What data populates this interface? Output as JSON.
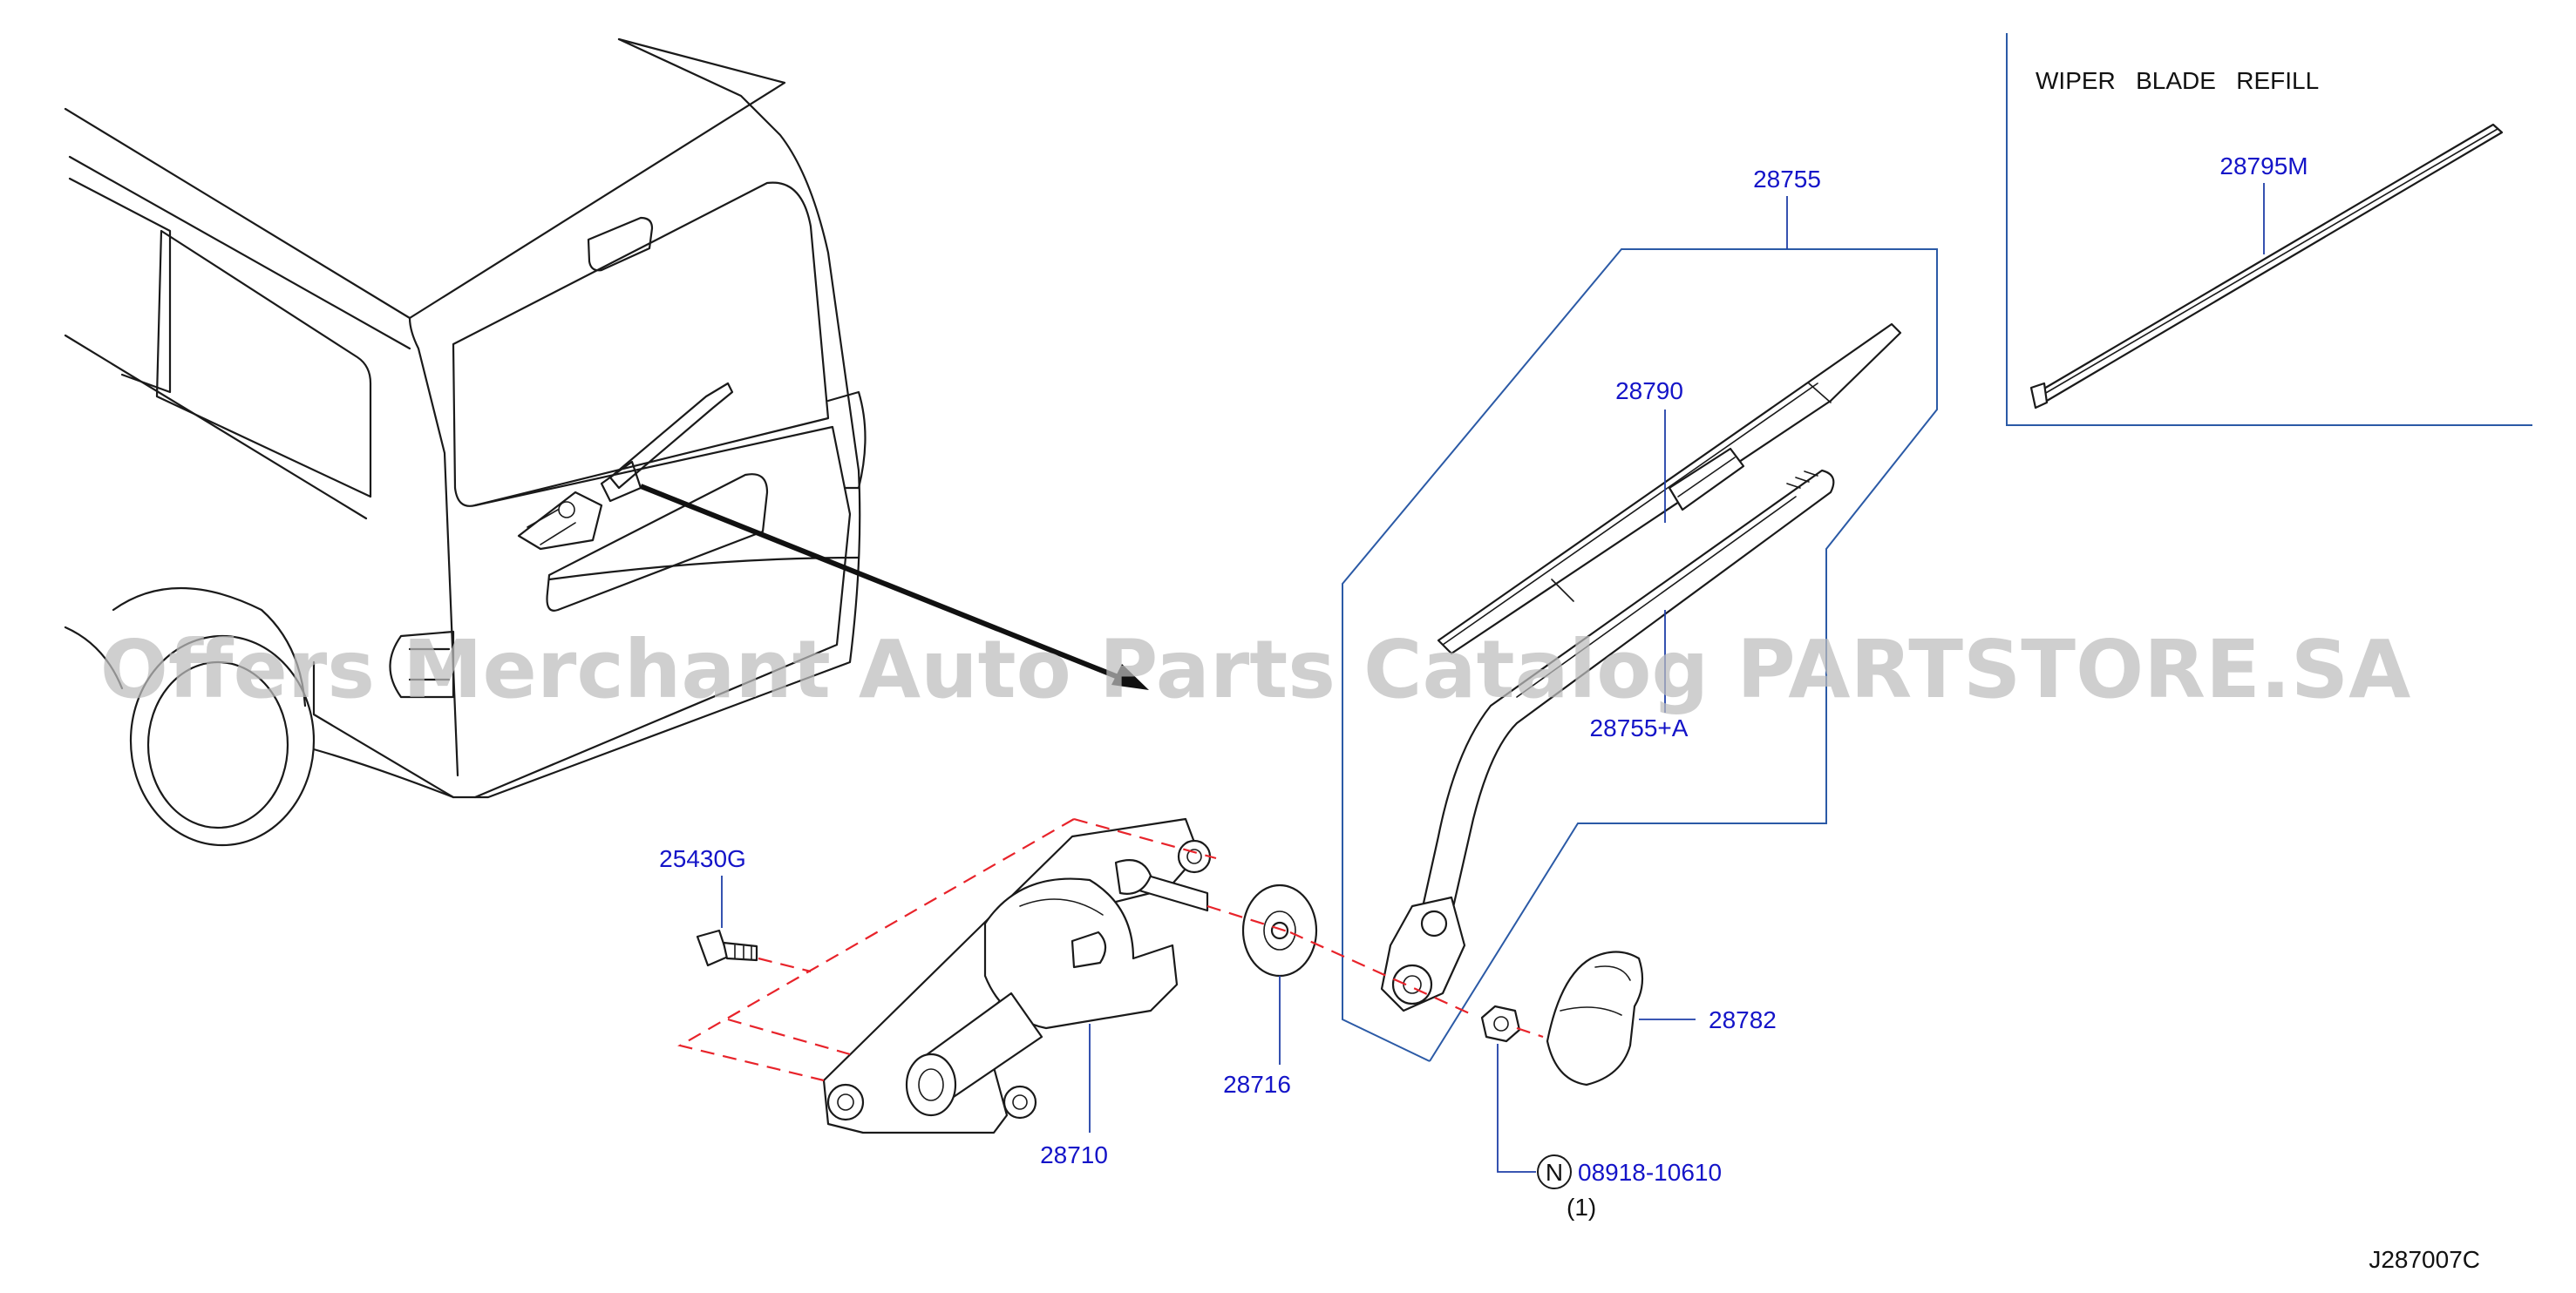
{
  "callouts": {
    "assembly_top": "28755",
    "blade": "28790",
    "arm": "28755+A",
    "refill_header": "WIPER   BLADE   REFILL",
    "refill": "28795M",
    "bolt": "25430G",
    "motor": "28710",
    "seal": "28716",
    "cap": "28782",
    "nut_symbol": "N",
    "nut": "08918-10610",
    "nut_qty": "(1)"
  },
  "diagram_code": "J287007C",
  "watermark": "Offers Merchant Auto Parts Catalog PARTSTORE.SA",
  "colors": {
    "callout_text": "#1414c8",
    "frame": "#2b5aa6",
    "installation_dash": "#e8232a",
    "line_art": "#1a1a1a"
  }
}
